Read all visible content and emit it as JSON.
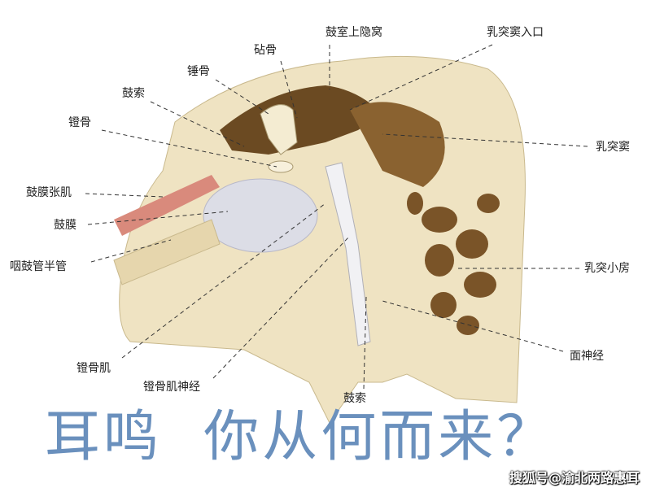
{
  "labels": {
    "epitympanic_recess": "鼓室上隐窝",
    "aditus": "乳突窦入口",
    "incus": "砧骨",
    "malleus": "锤骨",
    "chorda_tympani_top": "鼓索",
    "stapes": "镫骨",
    "mastoid_antrum": "乳突窦",
    "tensor_tympani": "鼓膜张肌",
    "tympanic_membrane": "鼓膜",
    "eustachian_semicanal": "咽鼓管半管",
    "mastoid_cells": "乳突小房",
    "stapedius": "镫骨肌",
    "stapedius_nerve": "镫骨肌神经",
    "chorda_tympani_bottom": "鼓索",
    "facial_nerve": "面神经"
  },
  "title": "耳鸣  你从何而来？",
  "watermark": "搜狐号@渝北两路惠耳",
  "colors": {
    "bone": "#efe3c2",
    "cavity": "#6b4a22",
    "title": "#6a90bd",
    "membrane": "#dcdde6",
    "muscle": "#d98a7c"
  }
}
